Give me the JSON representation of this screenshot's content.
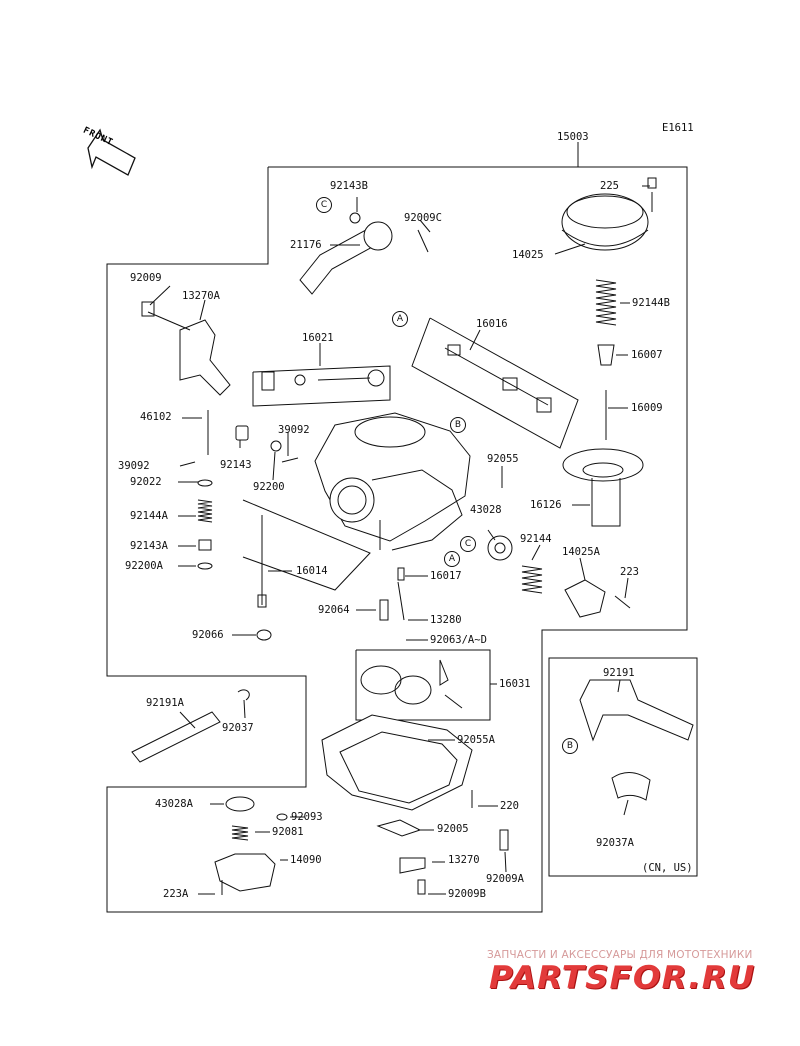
{
  "diagram": {
    "code": "E1611",
    "front_label": "FRONT",
    "parts": [
      "15003",
      "92143B",
      "92009C",
      "225",
      "21176",
      "14025",
      "92009",
      "13270A",
      "92144B",
      "16016",
      "16007",
      "16021",
      "16009",
      "46102",
      "39092",
      "39092",
      "92143",
      "92055",
      "92022",
      "92200",
      "16126",
      "92144A",
      "43028",
      "92144",
      "14025A",
      "92143A",
      "16014",
      "16017",
      "223",
      "92200A",
      "92064",
      "13280",
      "92066",
      "92063/A~D",
      "16031",
      "92191",
      "92191A",
      "92037",
      "92055A",
      "43028A",
      "92093",
      "220",
      "92005",
      "92081",
      "14090",
      "13270",
      "92009A",
      "223A",
      "92009B",
      "92037A"
    ],
    "refs": [
      "C",
      "A",
      "B",
      "A",
      "C",
      "B"
    ],
    "market_note": "(CN, US)"
  },
  "watermark": {
    "tagline": "ЗАПЧАСТИ И АКСЕССУАРЫ ДЛЯ МОТОТЕХНИКИ",
    "logo": "PARTSFOR.RU"
  }
}
